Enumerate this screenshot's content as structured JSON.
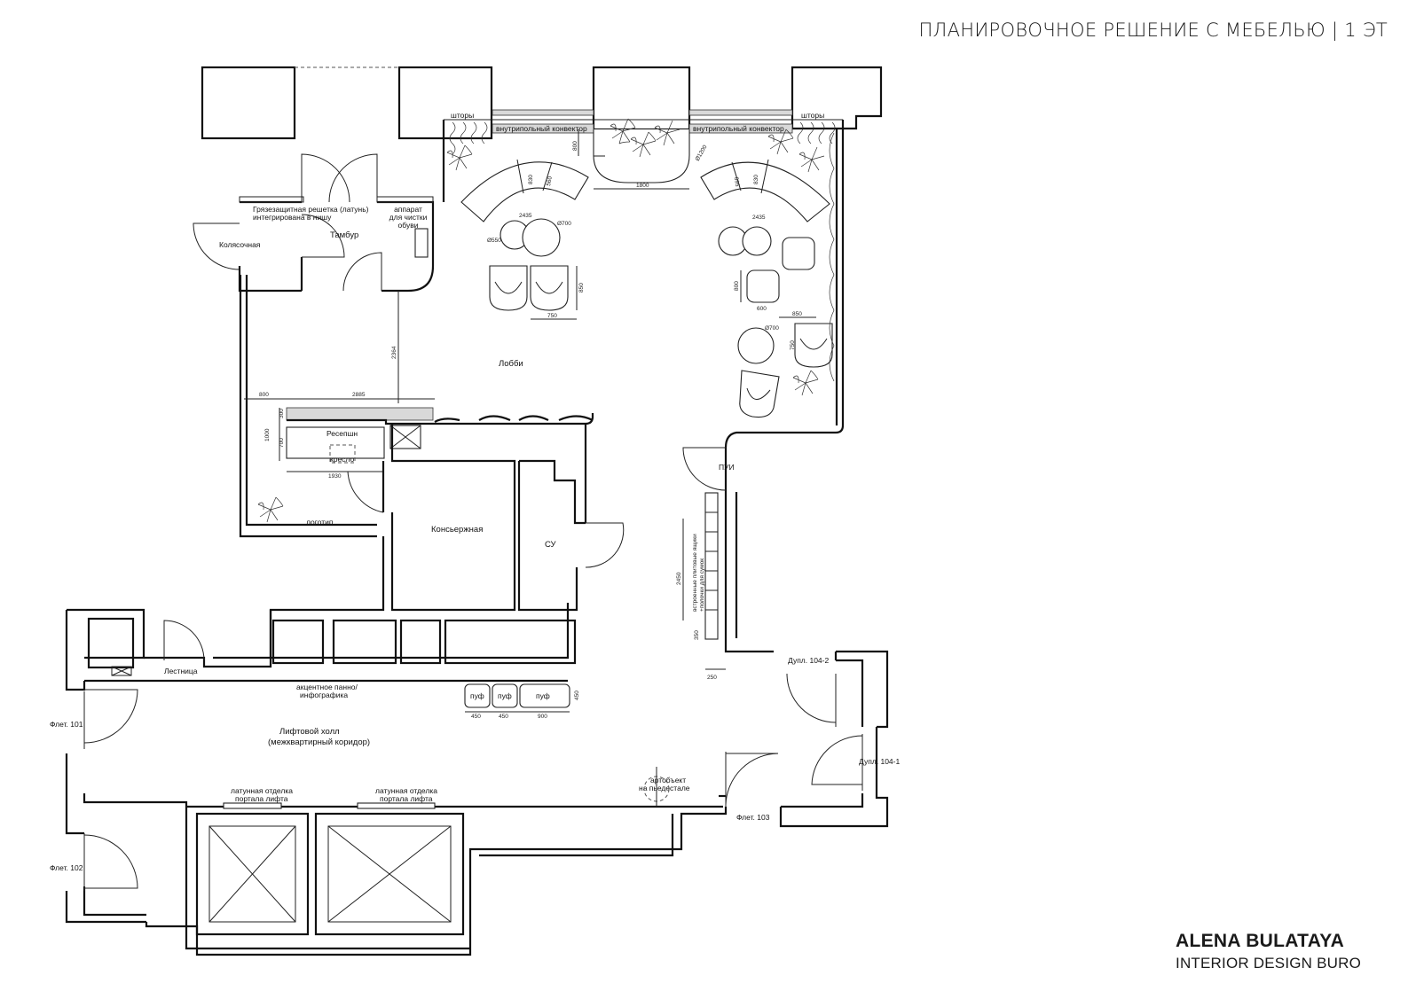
{
  "title": "ПЛАНИРОВОЧНОЕ РЕШЕНИЕ С МЕБЕЛЬЮ | 1 ЭТ",
  "brand": {
    "name": "ALENA BULATAYA",
    "subtitle": "INTERIOR DESIGN BURO"
  },
  "rooms": {
    "lobby": "Лобби",
    "tambur": "Тамбур",
    "stroller": "Колясочная",
    "reception": "Ресепшн",
    "concierge": "Консьержная",
    "wc": "СУ",
    "pui": "ПУИ",
    "stairs": "Лестница",
    "elevator_hall_1": "Лифтовой холл",
    "elevator_hall_2": "(межквартирный коридор)"
  },
  "apartments": {
    "f101": "Флет. 101",
    "f102": "Флет. 102",
    "f103": "Флет. 103",
    "d1042": "Дупл. 104-2",
    "d1041": "Дупл. 104-1"
  },
  "annotations": {
    "curtains_l": "шторы",
    "curtains_r": "шторы",
    "convector_l": "внутрипольный конвектор",
    "convector_r": "внутрипольный конвектор",
    "grate_1": "Грязезащитная решетка (латунь)",
    "grate_2": "интегрирована в нишу",
    "shoe_1": "аппарат",
    "shoe_2": "для чистки",
    "shoe_3": "обуви",
    "armchair": "кресло",
    "logo": "логотип",
    "panel_1": "акцентное панно/",
    "panel_2": "инфографика",
    "brass_1a": "латунная отделка",
    "brass_1b": "портала лифта",
    "brass_2a": "латунная отделка",
    "brass_2b": "портала лифта",
    "art_1": "артобъект",
    "art_2": "на пьедестале",
    "niche_1": "встроенные плитовые ящики",
    "niche_2": "+полочки для сумок",
    "pouf_1": "пуф",
    "pouf_2": "пуф",
    "pouf_3": "пуф"
  },
  "dimensions": {
    "d800a": "800",
    "d1800": "1800",
    "d1200": "Ø1200",
    "d2435a": "2435",
    "d2435b": "2435",
    "d830a": "830",
    "d560a": "560",
    "d830b": "830",
    "d560b": "560",
    "d700a": "Ø700",
    "d550": "Ø550",
    "d700b": "Ø700",
    "d850a": "850",
    "d750a": "750",
    "d800b": "800",
    "d600": "600",
    "d850b": "850",
    "d750b": "750",
    "d2364": "2364",
    "d800c": "800",
    "d2885": "2885",
    "d300": "300",
    "d1000": "1000",
    "d700c": "700",
    "d1930": "1930",
    "d2450": "2450",
    "d350": "350",
    "d250": "250",
    "d450a": "450",
    "d450b": "450",
    "d900": "900",
    "d450c": "450"
  }
}
